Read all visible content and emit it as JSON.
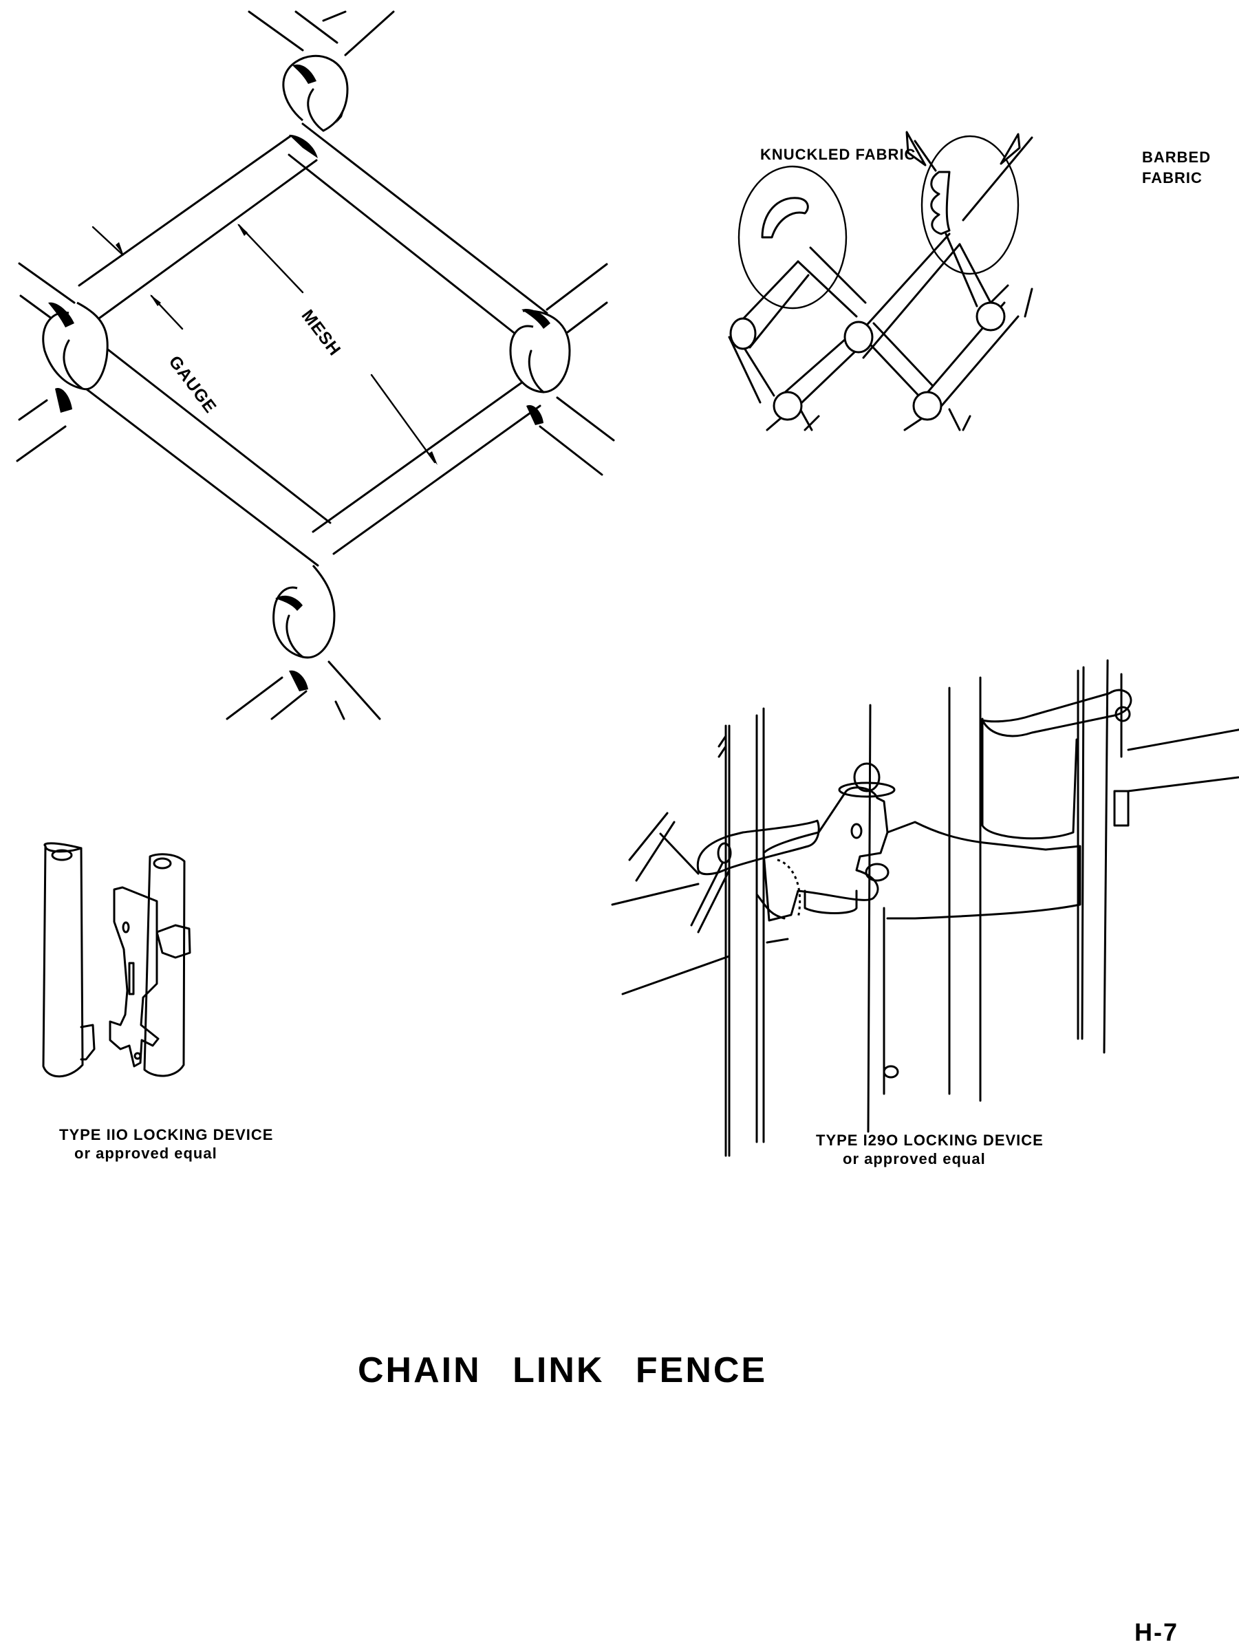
{
  "sheet": {
    "title": "CHAIN LINK FENCE",
    "page_number": "H-7"
  },
  "mesh_detail": {
    "labels": {
      "gauge": "GAUGE",
      "mesh": "MESH"
    }
  },
  "fabric_detail": {
    "labels": {
      "knuckled": "KNUCKLED FABRIC",
      "barbed_line1": "BARBED",
      "barbed_line2": "FABRIC"
    }
  },
  "locking_device_110": {
    "caption": "TYPE IIO LOCKING DEVICE",
    "note": "or approved equal"
  },
  "locking_device_1290": {
    "caption": "TYPE I29O LOCKING DEVICE",
    "note": "or approved equal"
  }
}
